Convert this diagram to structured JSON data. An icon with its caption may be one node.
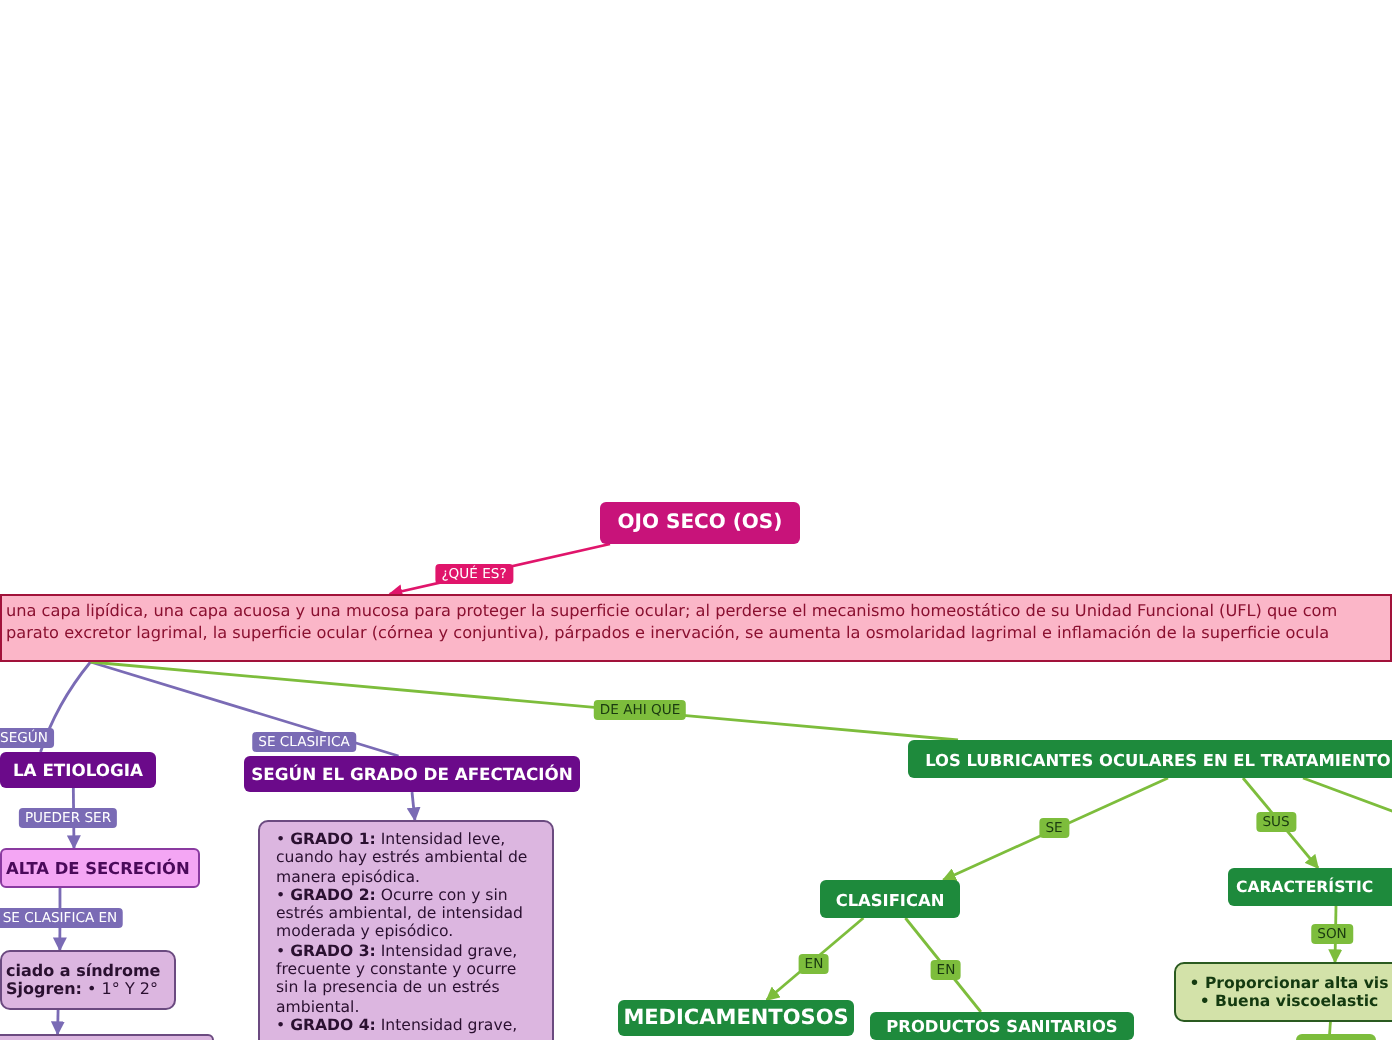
{
  "diagram": {
    "nodes": [
      {
        "text": [
          "OJO SECO (OS)"
        ]
      },
      {
        "text": [
          "una capa lipídica, una capa acuosa y una mucosa para proteger la superficie ocular; al perderse el mecanismo homeostático de su Unidad Funcional (UFL) que com parato excretor lagrimal, la superficie ocular (córnea y conjuntiva), párpados e inervación, se aumenta la osmolaridad lagrimal e inflamación de la superficie ocula"
        ]
      },
      {
        "text": [
          "LA ETIOLOGIA"
        ]
      },
      {
        "text": [
          "SEGÚN EL GRADO DE AFECTACIÓN"
        ]
      },
      {
        "text": [
          "LOS LUBRICANTES OCULARES EN EL TRATAMIENTO"
        ]
      },
      {
        "text": [
          "ALTA DE SECRECIÓN"
        ]
      },
      {
        "text": [
          "• **GRADO 1:** Intensidad leve, cuando hay estrés ambiental de manera episódica.",
          "• **GRADO 2:** Ocurre con y sin estrés ambiental, de intensidad moderada y episódico.",
          "• **GRADO 3:** Intensidad grave, frecuente y constante y ocurre sin la presencia de un estrés ambiental.",
          "• **GRADO 4:** Intensidad grave,"
        ]
      },
      {
        "text": [
          "**ciado a síndrome Sjogren:** • 1° Y 2°"
        ]
      },
      {
        "text": [],
        "shape": "box"
      },
      {
        "text": [
          "CLASIFICAN"
        ]
      },
      {
        "text": [
          "CARACTERÍSTIC"
        ]
      },
      {
        "text": [
          "MEDICAMENTOSOS"
        ]
      },
      {
        "text": [
          "PRODUCTOS SANITARIOS"
        ]
      },
      {
        "text": [
          "• Proporcionar alta vis",
          "• Buena viscoelastic"
        ]
      },
      {
        "text": [],
        "shape": "box"
      }
    ],
    "edges": [
      {
        "from": 0,
        "to": 1,
        "arrow": "to",
        "label": "¿QUÉ ES?",
        "color": "#e0156b"
      },
      {
        "from": 1,
        "to": 2,
        "arrow": "none",
        "label": "SEGÚN",
        "color": "#7a6bb5"
      },
      {
        "from": 1,
        "to": 3,
        "arrow": "none",
        "label": "SE CLASIFICA",
        "color": "#7a6bb5"
      },
      {
        "from": 1,
        "to": 4,
        "arrow": "none",
        "label": "DE AHI QUE"
      },
      {
        "from": 2,
        "to": 5,
        "arrow": "to",
        "label": "PUEDER SER",
        "color": "#7a6bb5"
      },
      {
        "from": 5,
        "to": 7,
        "arrow": "to",
        "label": "SE CLASIFICA EN",
        "color": "#7a6bb5"
      },
      {
        "from": 3,
        "to": 6,
        "arrow": "to",
        "color": "#7a6bb5"
      },
      {
        "from": 7,
        "to": 8,
        "arrow": "to",
        "color": "#7a6bb5"
      },
      {
        "from": 4,
        "to": 9,
        "arrow": "to",
        "label": "SE"
      },
      {
        "from": 4,
        "to": 10,
        "arrow": "to",
        "label": "SUS"
      },
      {
        "from": 4,
        "to": null,
        "arrow": "none"
      },
      {
        "from": 9,
        "to": 11,
        "arrow": "to",
        "label": "EN"
      },
      {
        "from": 9,
        "to": 12,
        "arrow": "none",
        "label": "EN"
      },
      {
        "from": 10,
        "to": 13,
        "arrow": "to",
        "label": "SON"
      },
      {
        "from": 13,
        "to": 14,
        "arrow": "none"
      }
    ]
  }
}
